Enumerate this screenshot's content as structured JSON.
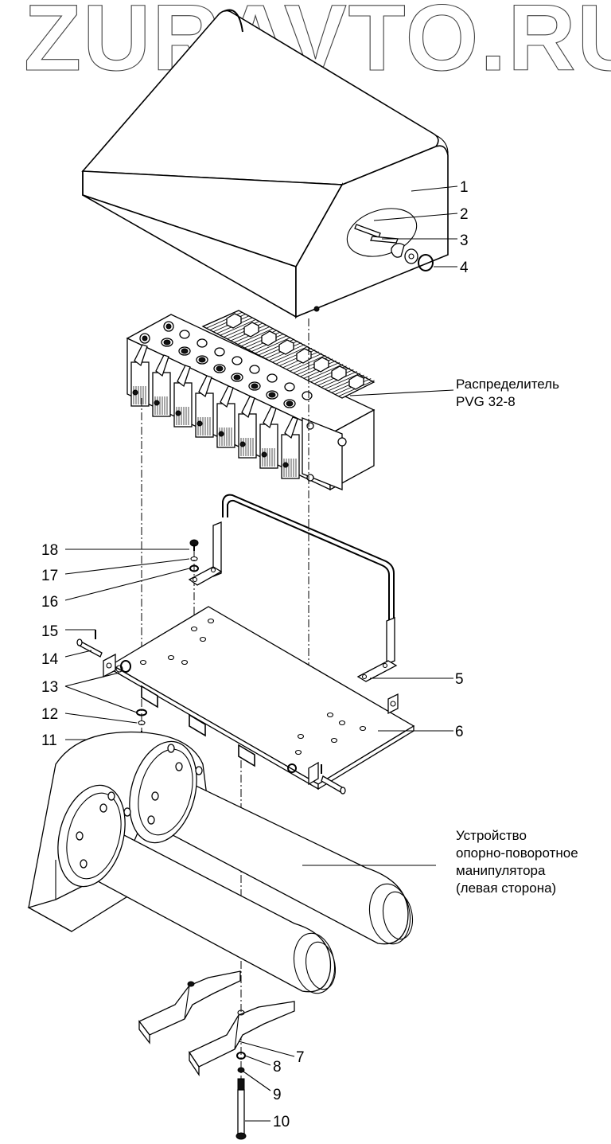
{
  "watermark": "ZURAVTO.RU",
  "callouts": [
    {
      "id": "1",
      "label": "1"
    },
    {
      "id": "2",
      "label": "2"
    },
    {
      "id": "3",
      "label": "3"
    },
    {
      "id": "4",
      "label": "4"
    },
    {
      "id": "5",
      "label": "5"
    },
    {
      "id": "6",
      "label": "6"
    },
    {
      "id": "7",
      "label": "7"
    },
    {
      "id": "8",
      "label": "8"
    },
    {
      "id": "9",
      "label": "9"
    },
    {
      "id": "10",
      "label": "10"
    },
    {
      "id": "11",
      "label": "11"
    },
    {
      "id": "12",
      "label": "12"
    },
    {
      "id": "13",
      "label": "13"
    },
    {
      "id": "14",
      "label": "14"
    },
    {
      "id": "15",
      "label": "15"
    },
    {
      "id": "16",
      "label": "16"
    },
    {
      "id": "17",
      "label": "17"
    },
    {
      "id": "18",
      "label": "18"
    }
  ],
  "annotations": {
    "distributor": {
      "line1": "Распределитель",
      "line2": "PVG 32-8"
    },
    "slewing_device": {
      "line1": "Устройство",
      "line2": "опорно-поворотное",
      "line3": "манипулятора",
      "line4": "(левая сторона)"
    }
  },
  "components": [
    {
      "name": "cover",
      "icon": "cover-housing-icon"
    },
    {
      "name": "distributor-valve-block",
      "icon": "hydraulic-valve-icon"
    },
    {
      "name": "guard-frame",
      "icon": "bracket-frame-icon"
    },
    {
      "name": "mounting-plate",
      "icon": "plate-icon"
    },
    {
      "name": "slewing-device",
      "icon": "slewing-cylinder-icon"
    },
    {
      "name": "support-brackets",
      "icon": "channel-bracket-icon"
    },
    {
      "name": "bolt",
      "icon": "bolt-icon"
    }
  ]
}
